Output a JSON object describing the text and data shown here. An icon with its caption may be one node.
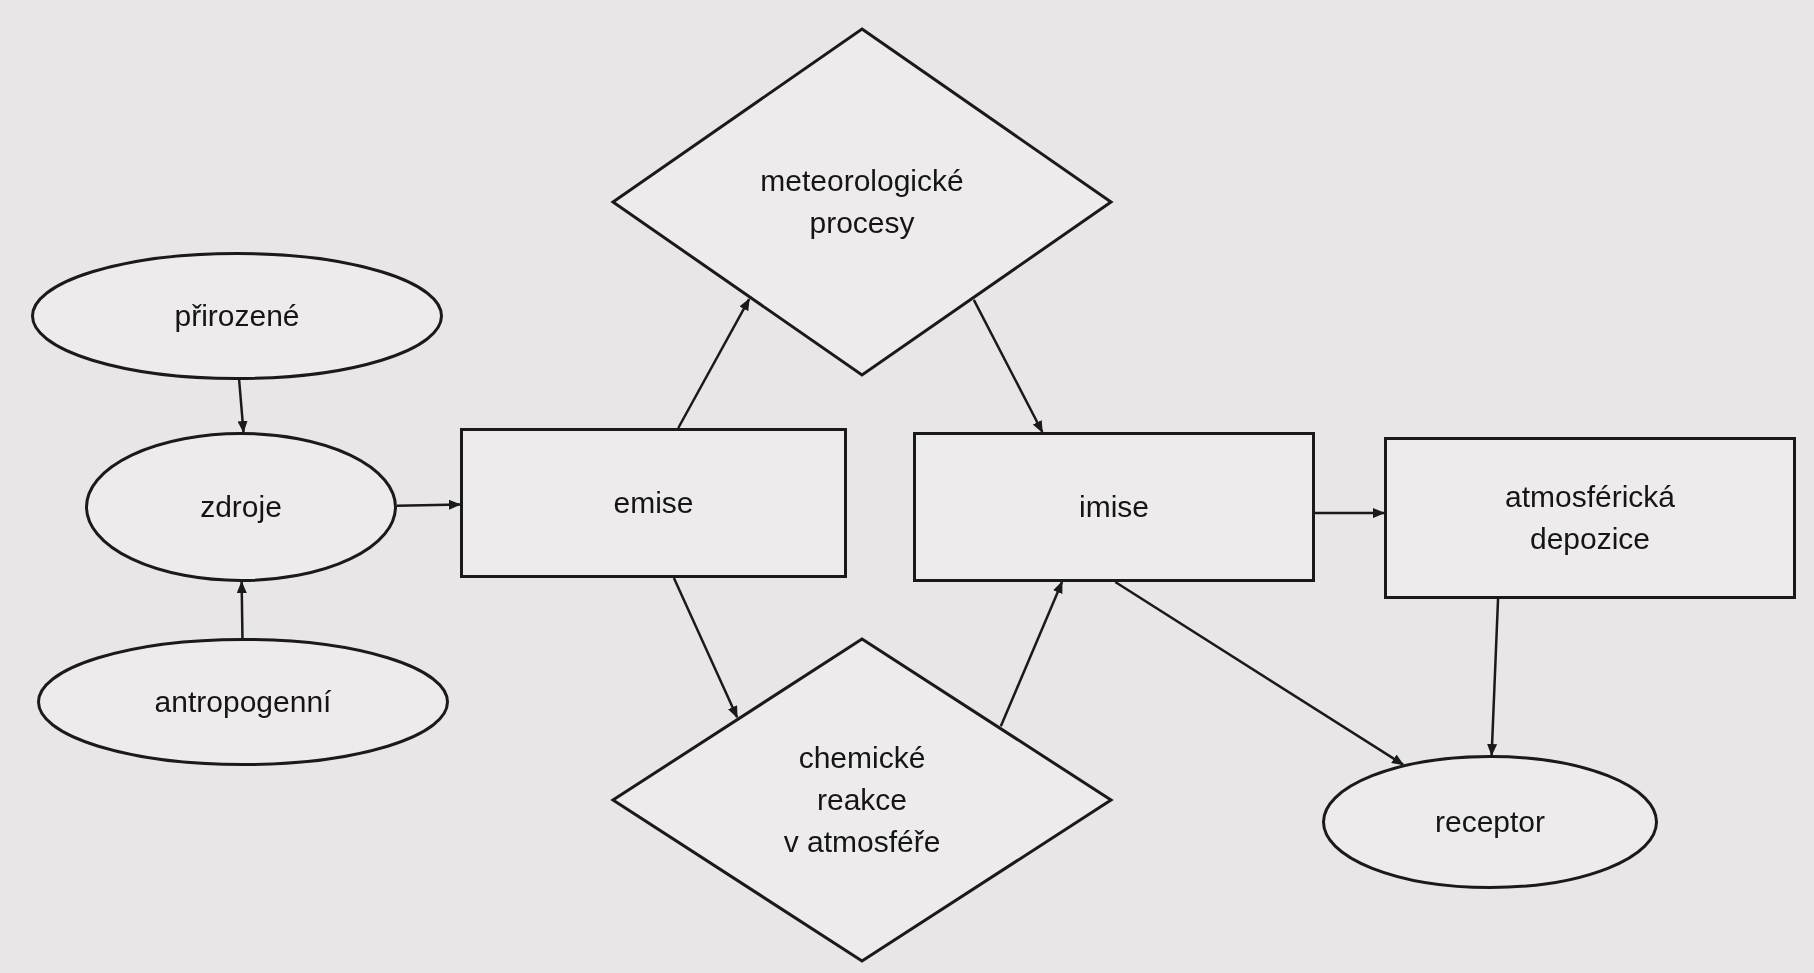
{
  "diagram": {
    "nodes": [
      {
        "text": [
          "přirozené"
        ]
      },
      {
        "text": [
          "zdroje"
        ]
      },
      {
        "text": [
          "antropogenní"
        ]
      },
      {
        "text": [
          "emise"
        ]
      },
      {
        "text": [
          "meteorologické procesy"
        ]
      },
      {
        "text": [
          "imise"
        ]
      },
      {
        "text": [
          "chemické reakce v atmosféře"
        ]
      },
      {
        "text": [
          "atmosférická depozice"
        ]
      },
      {
        "text": [
          "receptor"
        ]
      }
    ],
    "edges": [
      {
        "from": 0,
        "to": 1,
        "arrow": "to"
      },
      {
        "from": 2,
        "to": 1,
        "arrow": "to"
      },
      {
        "from": 1,
        "to": 3,
        "arrow": "to"
      },
      {
        "from": 3,
        "to": 4,
        "arrow": "to"
      },
      {
        "from": 4,
        "to": 5,
        "arrow": "to"
      },
      {
        "from": 3,
        "to": 6,
        "arrow": "to"
      },
      {
        "from": 6,
        "to": 5,
        "arrow": "to"
      },
      {
        "from": 5,
        "to": 7,
        "arrow": "to"
      },
      {
        "from": 5,
        "to": 8,
        "arrow": "to"
      },
      {
        "from": 7,
        "to": 8,
        "arrow": "to"
      }
    ]
  }
}
